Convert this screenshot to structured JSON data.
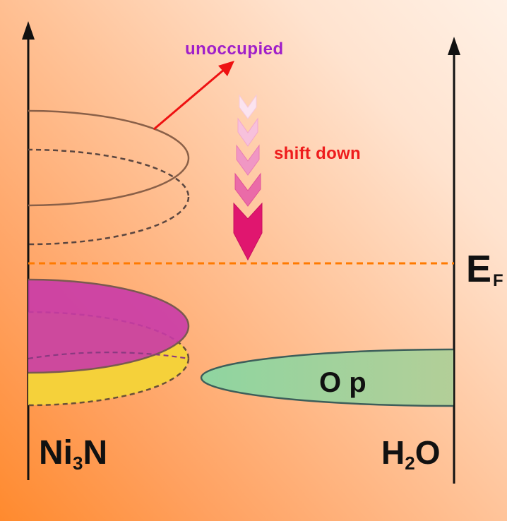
{
  "labels": {
    "unoccupied": "unoccupied",
    "shift_down": "shift down",
    "orbital": "O p",
    "fermi_main": "E",
    "fermi_sub": "F",
    "left_main_1": "Ni",
    "left_sub": "3",
    "left_main_2": "N",
    "right_main_1": "H",
    "right_sub": "2",
    "right_main_2": "O"
  },
  "colors": {
    "axis": "#111111",
    "band_outline": "#8a6048",
    "occupied_upper_fill": "#c93aa8",
    "occupied_lower_fill": "#f5d13a",
    "op_fill": "#a9cf9b",
    "fermi_line": "#ff7a00",
    "unoccupied_arrow": "#ee1111",
    "unoccupied_label": "#a01fc9",
    "shift_label": "#ee1c1c",
    "shift_arrow": "#e02c80"
  }
}
